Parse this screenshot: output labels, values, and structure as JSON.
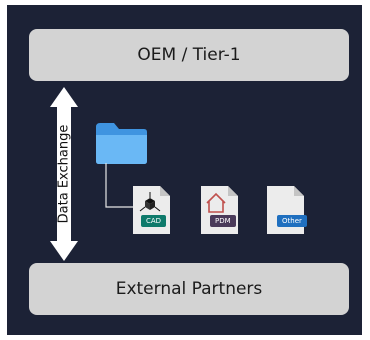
{
  "diagram": {
    "top_box": "OEM / Tier-1",
    "bottom_box": "External Partners",
    "arrow_label": "Data Exchange",
    "files": [
      {
        "badge": "CAD",
        "icon": "cad-cube-icon",
        "badge_color": "#0e7a6b"
      },
      {
        "badge": "PDM",
        "icon": "house-icon",
        "badge_color": "#4a3a5a"
      },
      {
        "badge": "Other",
        "icon": "document-icon",
        "badge_color": "#1f6fbf"
      }
    ],
    "folder_icon": "folder-icon",
    "colors": {
      "background": "#1c2236",
      "box": "#d3d3d3",
      "folder": "#5aaef0"
    }
  }
}
